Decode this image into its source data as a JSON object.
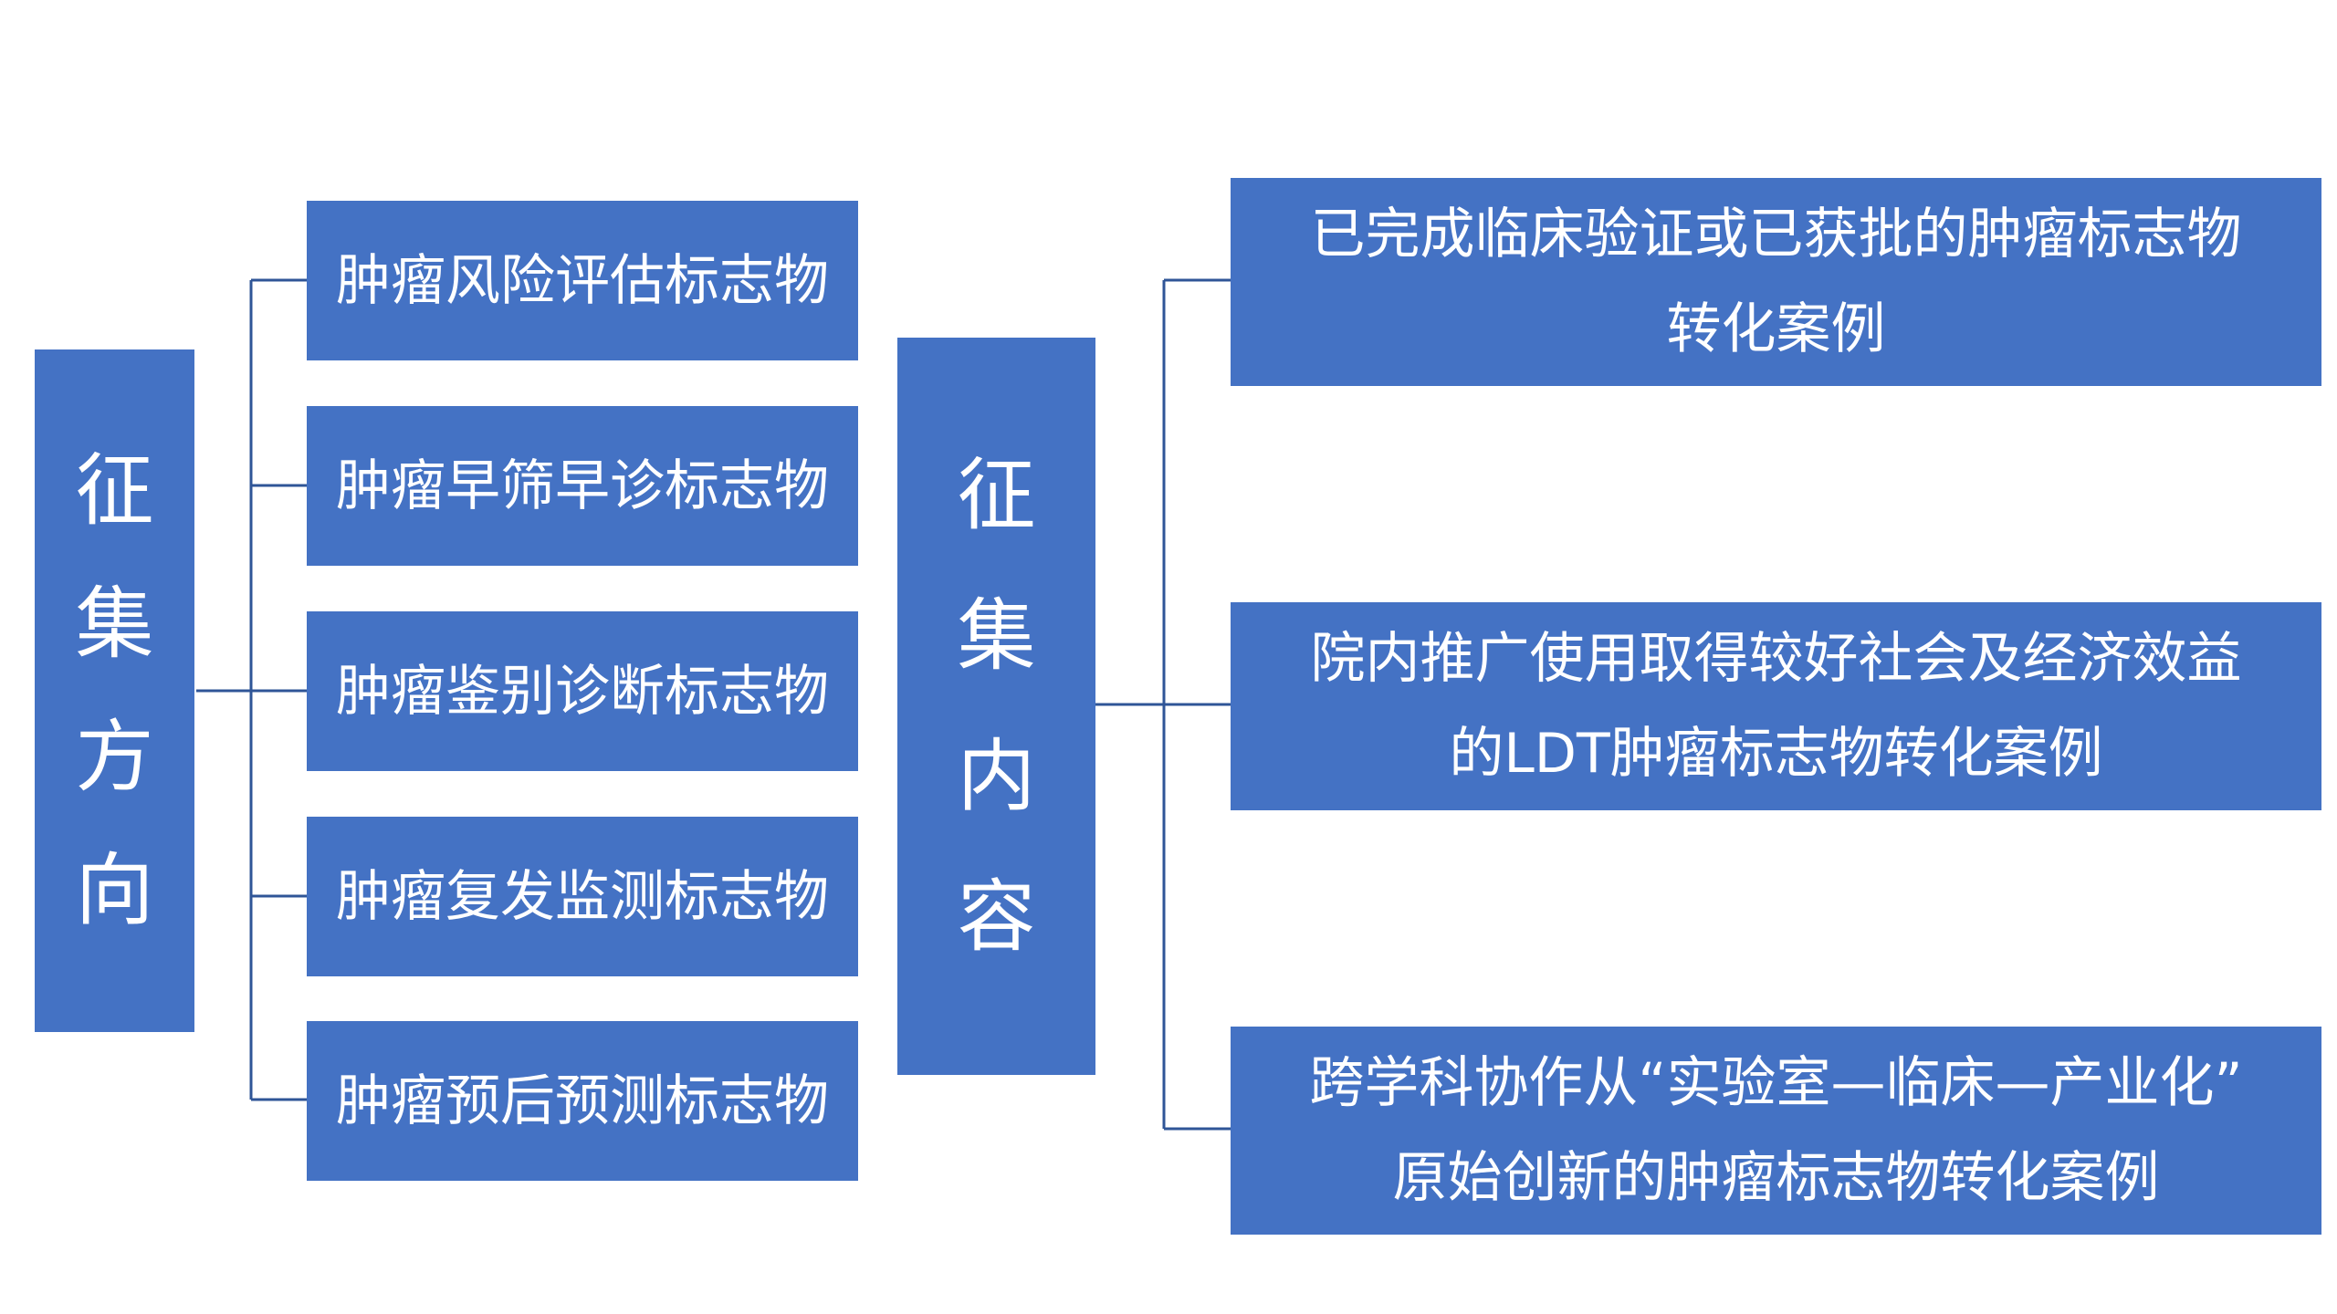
{
  "direction": {
    "title_chars": [
      "征",
      "集",
      "方",
      "向"
    ],
    "items": [
      "肿瘤风险评估标志物",
      "肿瘤早筛早诊标志物",
      "肿瘤鉴别诊断标志物",
      "肿瘤复发监测标志物",
      "肿瘤预后预测标志物"
    ]
  },
  "content": {
    "title_chars": [
      "征",
      "集",
      "内",
      "容"
    ],
    "items": [
      {
        "line1": "已完成临床验证或已获批的肿瘤标志物",
        "line2": "转化案例"
      },
      {
        "line1": "院内推广使用取得较好社会及经济效益",
        "line2": "的LDT肿瘤标志物转化案例"
      },
      {
        "line1": "跨学科协作从“实验室—临床—产业化”",
        "line2": "原始创新的肿瘤标志物转化案例"
      }
    ]
  },
  "colors": {
    "box_fill": "#4472c4",
    "box_text": "#ffffff",
    "connector": "#2f5597"
  }
}
